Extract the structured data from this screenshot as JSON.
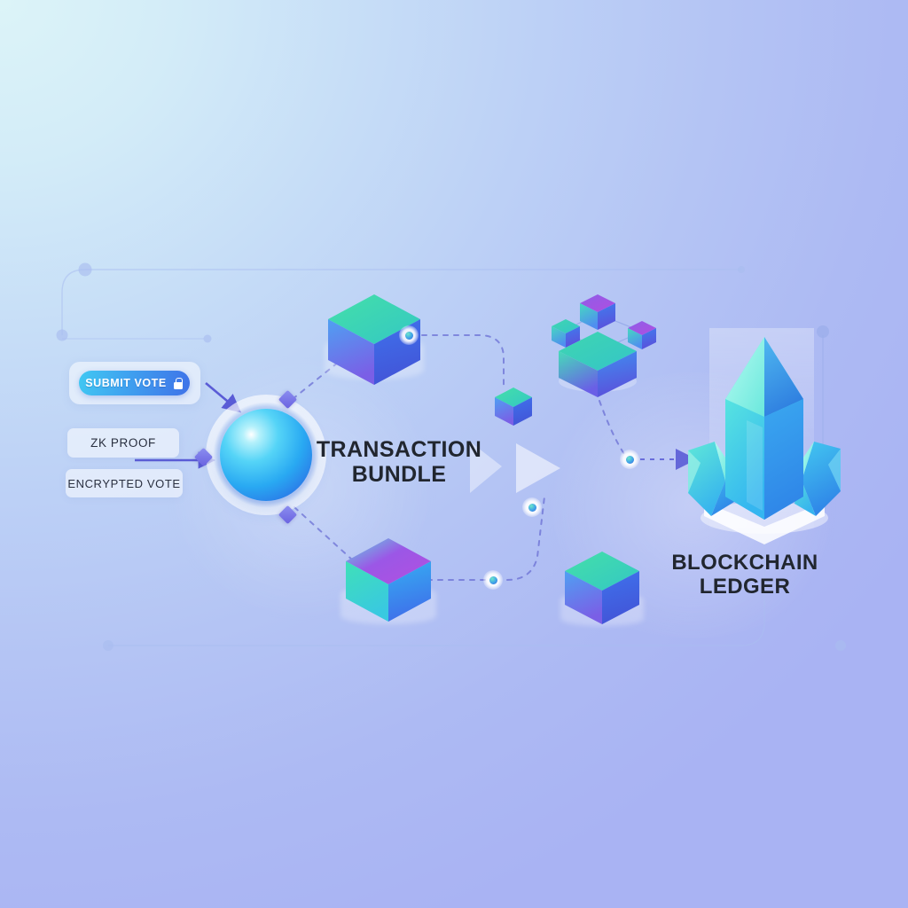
{
  "scene": {
    "title_concept": "Private blockchain voting flow",
    "background": {
      "from_color": "#dcf4f8",
      "to_color": "#a9b3f3"
    }
  },
  "inputs": {
    "submit_button": {
      "label": "SUBMIT VOTE",
      "icon": "lock-icon",
      "gradient_from": "#41c8f2",
      "gradient_to": "#3f72e8"
    },
    "chips": [
      {
        "label": "ZK PROOF"
      },
      {
        "label": "ENCRYPTED VOTE"
      }
    ]
  },
  "stages": [
    {
      "id": "bundle",
      "label": "TRANSACTION\nBUNDLE",
      "line1": "TRANSACTION",
      "line2": "BUNDLE"
    },
    {
      "id": "ledger",
      "label": "BLOCKCHAIN\nLEDGER",
      "line1": "BLOCKCHAIN",
      "line2": "LEDGER"
    }
  ],
  "labels": {
    "bundle_line1": "TRANSACTION",
    "bundle_line2": "BUNDLE",
    "ledger_line1": "BLOCKCHAIN",
    "ledger_line2": "LEDGER"
  },
  "objects": {
    "sphere": {
      "name": "transaction-bundle-sphere",
      "highlight_color": "#ffffff",
      "core_from": "#55d4f7",
      "core_to": "#2f62d6"
    },
    "crystal": {
      "name": "blockchain-ledger-crystal",
      "shard_count": 3,
      "color_from": "#7ef0e0",
      "color_to": "#2f8fe8"
    },
    "cubes": [
      {
        "id": "cube-top",
        "top_color": "#3fd9a8",
        "side_color": "#4a7ef0"
      },
      {
        "id": "cube-mid",
        "top_color": "#3fd9a8",
        "side_color": "#4a7ef0"
      },
      {
        "id": "cube-bottom-left",
        "top_color": "#a855e8",
        "side_color": "#35d0c0"
      },
      {
        "id": "cube-bottom-right",
        "top_color": "#3fd9a8",
        "side_color": "#4a7ef0"
      }
    ],
    "node_cluster": {
      "id": "node-cluster",
      "cube_count": 4,
      "description": "connected network cubes"
    }
  },
  "connectors": {
    "dashed_color": "#6b6fd4",
    "arrow_color": "#4f4fd0",
    "node_count": 4
  }
}
